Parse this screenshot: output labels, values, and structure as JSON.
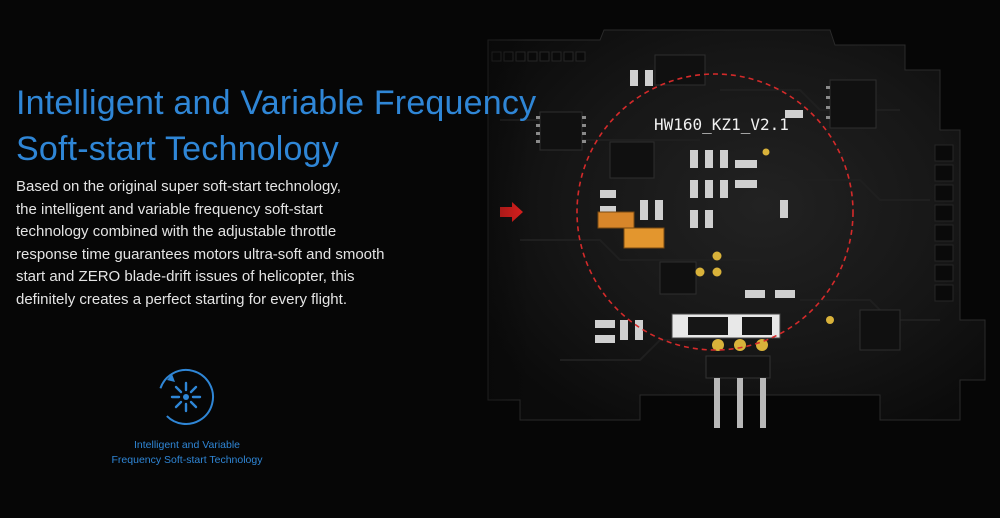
{
  "heading": {
    "line1": "Intelligent and Variable Frequency",
    "line2": "Soft-start Technology"
  },
  "description": {
    "lines": [
      "Based on the original super soft-start technology,",
      "the intelligent and variable frequency soft-start",
      "technology combined with the adjustable throttle",
      "response time guarantees motors ultra-soft and smooth",
      "start and ZERO blade-drift issues of helicopter, this",
      "definitely creates a perfect starting for every flight."
    ]
  },
  "feature": {
    "icon": "soft-start-icon",
    "caption_line1": "Intelligent and Variable",
    "caption_line2": "Frequency Soft-start Technology"
  },
  "board": {
    "label": "HW160_KZ1_V2.1",
    "highlight_color": "#d42a2a"
  },
  "colors": {
    "accent": "#2f86d6",
    "background": "#060606",
    "text": "#e4e4e4",
    "highlight": "#d42a2a"
  }
}
